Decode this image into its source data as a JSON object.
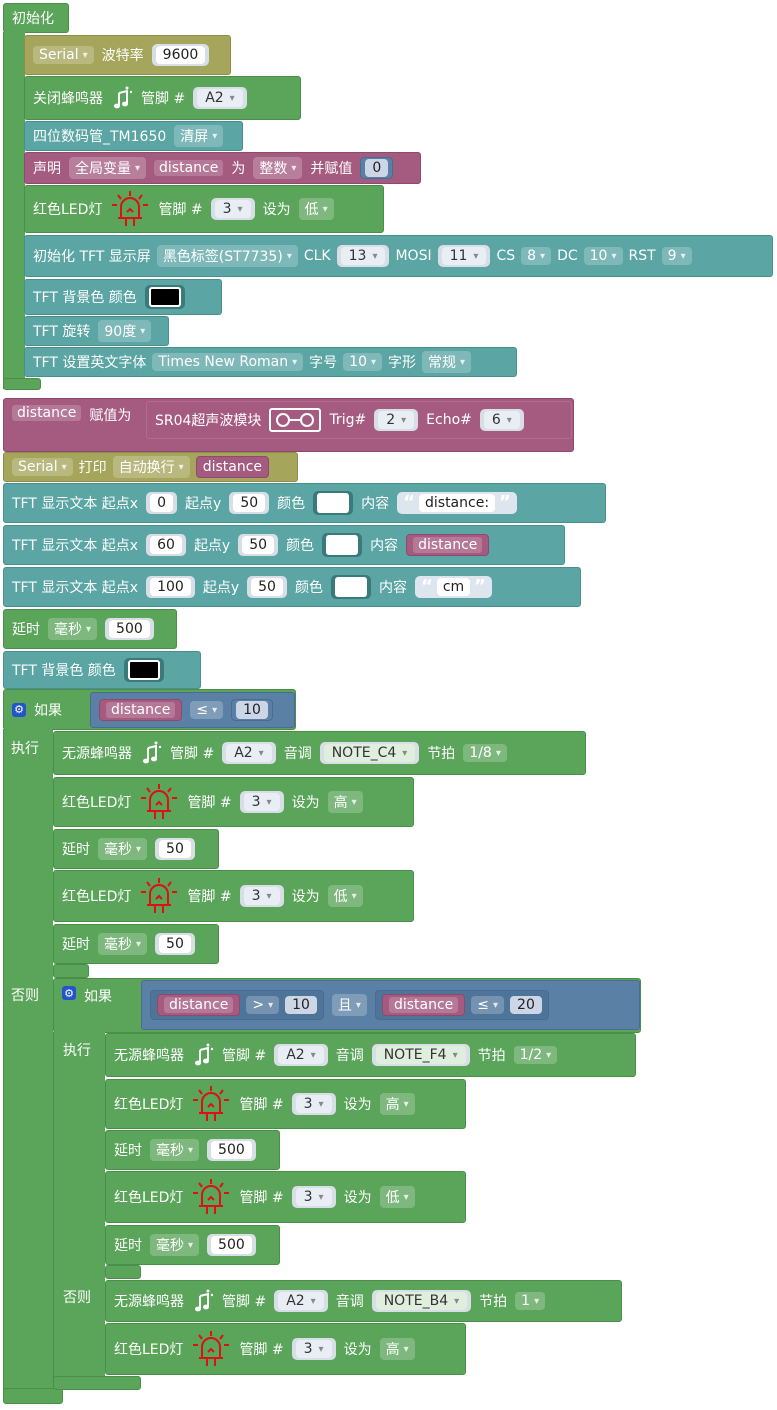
{
  "setup": {
    "label": "初始化"
  },
  "serial_baud": {
    "serial": "Serial",
    "label": "波特率",
    "value": "9600"
  },
  "buzzer_off": {
    "label": "关闭蜂鸣器",
    "pin_label": "管脚 #",
    "pin": "A2"
  },
  "tm1650": {
    "label": "四位数码管_TM1650",
    "action": "清屏"
  },
  "declare": {
    "label": "声明",
    "scope": "全局变量",
    "var": "distance",
    "as": "为",
    "type": "整数",
    "assign": "并赋值",
    "value": "0"
  },
  "led_init": {
    "label": "红色LED灯",
    "pin_label": "管脚 #",
    "pin": "3",
    "set": "设为",
    "state": "低"
  },
  "tft_init": {
    "label": "初始化 TFT 显示屏",
    "model": "黑色标签(ST7735)",
    "clk_label": "CLK",
    "clk": "13",
    "mosi_label": "MOSI",
    "mosi": "11",
    "cs_label": "CS",
    "cs": "8",
    "dc_label": "DC",
    "dc": "10",
    "rst_label": "RST",
    "rst": "9"
  },
  "tft_bg": {
    "label": "TFT  背景色  颜色"
  },
  "tft_rot": {
    "label": "TFT  旋转",
    "value": "90度"
  },
  "tft_font": {
    "label": "TFT  设置英文字体",
    "font": "Times New Roman",
    "size_label": "字号",
    "size": "10",
    "style_label": "字形",
    "style": "常规"
  },
  "assign": {
    "var": "distance",
    "label": "赋值为",
    "module": "SR04超声波模块",
    "trig_label": "Trig#",
    "trig": "2",
    "echo_label": "Echo#",
    "echo": "6"
  },
  "serial_print": {
    "serial": "Serial",
    "label": "打印",
    "mode": "自动换行",
    "var": "distance"
  },
  "tft_text1": {
    "label": "TFT  显示文本  起点x",
    "x": "0",
    "y_label": "起点y",
    "y": "50",
    "color_label": "颜色",
    "content_label": "内容",
    "text": "distance:"
  },
  "tft_text2": {
    "label": "TFT  显示文本  起点x",
    "x": "60",
    "y_label": "起点y",
    "y": "50",
    "color_label": "颜色",
    "content_label": "内容",
    "var": "distance"
  },
  "tft_text3": {
    "label": "TFT  显示文本  起点x",
    "x": "100",
    "y_label": "起点y",
    "y": "50",
    "color_label": "颜色",
    "content_label": "内容",
    "text": "cm"
  },
  "delay1": {
    "label": "延时",
    "unit": "毫秒",
    "value": "500"
  },
  "tft_bg2": {
    "label": "TFT  背景色  颜色"
  },
  "if1": {
    "label": "如果",
    "var": "distance",
    "op": "≤",
    "value": "10",
    "do": "执行",
    "else": "否则"
  },
  "b1": {
    "label": "无源蜂鸣器",
    "pin_label": "管脚 #",
    "pin": "A2",
    "tone_label": "音调",
    "tone": "NOTE_C4",
    "beat_label": "节拍",
    "beat": "1/8"
  },
  "l1": {
    "label": "红色LED灯",
    "pin_label": "管脚 #",
    "pin": "3",
    "set": "设为",
    "state": "高"
  },
  "d1": {
    "label": "延时",
    "unit": "毫秒",
    "value": "50"
  },
  "l2": {
    "label": "红色LED灯",
    "pin_label": "管脚 #",
    "pin": "3",
    "set": "设为",
    "state": "低"
  },
  "d2": {
    "label": "延时",
    "unit": "毫秒",
    "value": "50"
  },
  "if2": {
    "label": "如果",
    "var1": "distance",
    "op1": ">",
    "val1": "10",
    "and": "且",
    "var2": "distance",
    "op2": "≤",
    "val2": "20",
    "do": "执行",
    "else": "否则"
  },
  "b2": {
    "label": "无源蜂鸣器",
    "pin_label": "管脚 #",
    "pin": "A2",
    "tone_label": "音调",
    "tone": "NOTE_F4",
    "beat_label": "节拍",
    "beat": "1/2"
  },
  "l3": {
    "label": "红色LED灯",
    "pin_label": "管脚 #",
    "pin": "3",
    "set": "设为",
    "state": "高"
  },
  "d3": {
    "label": "延时",
    "unit": "毫秒",
    "value": "500"
  },
  "l4": {
    "label": "红色LED灯",
    "pin_label": "管脚 #",
    "pin": "3",
    "set": "设为",
    "state": "低"
  },
  "d4": {
    "label": "延时",
    "unit": "毫秒",
    "value": "500"
  },
  "b3": {
    "label": "无源蜂鸣器",
    "pin_label": "管脚 #",
    "pin": "A2",
    "tone_label": "音调",
    "tone": "NOTE_B4",
    "beat_label": "节拍",
    "beat": "1"
  },
  "l5": {
    "label": "红色LED灯",
    "pin_label": "管脚 #",
    "pin": "3",
    "set": "设为",
    "state": "高"
  },
  "colors": {
    "green": "#5ba55b",
    "teal": "#5ba5a5",
    "olive": "#a5a55b",
    "magenta": "#a55b80",
    "blue": "#5b80a5",
    "led_red": "#dd1111"
  },
  "icons": [
    "music-note-icon",
    "led-icon",
    "ultrasonic-sensor-icon",
    "gear-icon"
  ]
}
